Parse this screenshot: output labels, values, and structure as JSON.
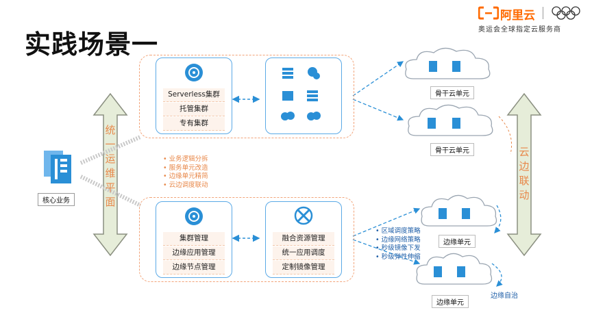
{
  "title": "实践场景一",
  "brand": {
    "name": "阿里云",
    "subtitle": "奥运会全球指定云服务商"
  },
  "left_bar": {
    "chars": [
      "统",
      "一",
      "运",
      "维",
      "平",
      "面"
    ]
  },
  "right_bar": {
    "chars": [
      "云",
      "边",
      "联",
      "动"
    ]
  },
  "core": {
    "label": "核心业务"
  },
  "top_cluster": {
    "rows": [
      "Serverless集群",
      "托管集群",
      "专有集群"
    ]
  },
  "bottom_cluster": {
    "rows": [
      "集群管理",
      "边缘应用管理",
      "边缘节点管理"
    ]
  },
  "bottom_resource": {
    "rows": [
      "融合资源管理",
      "统一应用调度",
      "定制镜像管理"
    ]
  },
  "middle_bullets": [
    "业务逻辑分拆",
    "服务单元改造",
    "边缘单元精简",
    "云边调度联动"
  ],
  "edge_bullets": [
    "区域调度策略",
    "边缘网络策略",
    "秒级镜像下发",
    "秒级弹性伸缩"
  ],
  "clouds": {
    "c1": "骨干云单元",
    "c2": "骨干云单元",
    "c3": "边缘单元",
    "c4": "边缘单元"
  },
  "edge_autonomy": "边缘自治",
  "colors": {
    "accent": "#ff6a00",
    "blue": "#2a8fd6",
    "dash": "#f2a378",
    "bar": "#e6edd9"
  }
}
